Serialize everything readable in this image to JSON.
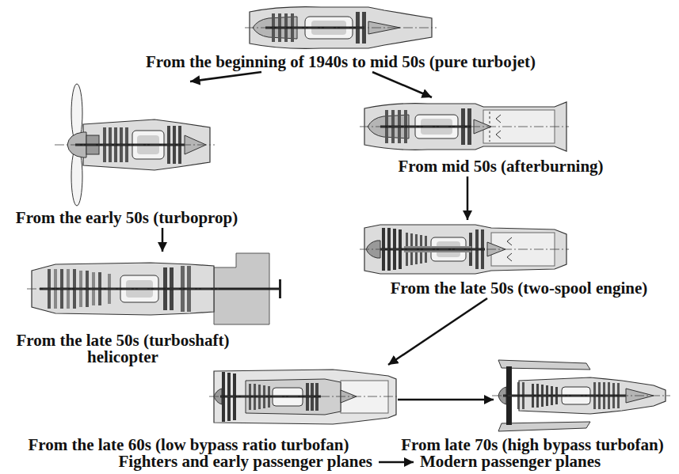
{
  "diagram": {
    "nodes": [
      {
        "text": [
          "From the beginning of 1940s to mid 50s (pure turbojet)"
        ]
      },
      {
        "text": [
          "From the early 50s (turboprop)"
        ]
      },
      {
        "text": [
          "From mid 50s (afterburning)"
        ]
      },
      {
        "text": [
          "From the late 50s (turboshaft) helicopter"
        ]
      },
      {
        "text": [
          "From the late 50s (two-spool engine)"
        ]
      },
      {
        "text": [
          "From the late 60s (low bypass ratio turbofan)"
        ]
      },
      {
        "text": [
          "From late 70s (high bypass turbofan)"
        ]
      }
    ],
    "edges": [
      {
        "from": 0,
        "to": 1,
        "arrow": "to"
      },
      {
        "from": 0,
        "to": 2,
        "arrow": "to"
      },
      {
        "from": 1,
        "to": 3,
        "arrow": "to"
      },
      {
        "from": 2,
        "to": 4,
        "arrow": "to"
      },
      {
        "from": 4,
        "to": 5,
        "arrow": "to"
      },
      {
        "from": 5,
        "to": 6,
        "arrow": "to"
      }
    ],
    "labels": [
      "Fighters and early passenger planes",
      "Modern passenger planes"
    ]
  }
}
